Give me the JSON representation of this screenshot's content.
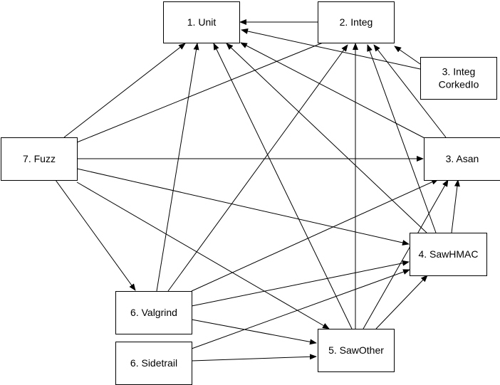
{
  "nodes": [
    {
      "id": "unit",
      "lines": [
        "1. Unit"
      ]
    },
    {
      "id": "integ",
      "lines": [
        "2. Integ"
      ]
    },
    {
      "id": "integ-corked",
      "lines": [
        "3. Integ",
        "CorkedIo"
      ]
    },
    {
      "id": "asan",
      "lines": [
        "3. Asan"
      ]
    },
    {
      "id": "fuzz",
      "lines": [
        "7. Fuzz"
      ]
    },
    {
      "id": "sawhmac",
      "lines": [
        "4. SawHMAC"
      ]
    },
    {
      "id": "valgrind",
      "lines": [
        "6. Valgrind"
      ]
    },
    {
      "id": "sidetrail",
      "lines": [
        "6. Sidetrail"
      ]
    },
    {
      "id": "sawother",
      "lines": [
        "5. SawOther"
      ]
    }
  ],
  "edges": [
    {
      "from": "integ",
      "to": "unit"
    },
    {
      "from": "integ-corked",
      "to": "unit"
    },
    {
      "from": "integ-corked",
      "to": "integ"
    },
    {
      "from": "asan",
      "to": "unit"
    },
    {
      "from": "asan",
      "to": "integ"
    },
    {
      "from": "fuzz",
      "to": "unit"
    },
    {
      "from": "fuzz",
      "to": "integ"
    },
    {
      "from": "fuzz",
      "to": "asan"
    },
    {
      "from": "fuzz",
      "to": "sawhmac"
    },
    {
      "from": "fuzz",
      "to": "valgrind"
    },
    {
      "from": "fuzz",
      "to": "sawother"
    },
    {
      "from": "sawhmac",
      "to": "unit"
    },
    {
      "from": "sawhmac",
      "to": "integ"
    },
    {
      "from": "sawhmac",
      "to": "asan"
    },
    {
      "from": "valgrind",
      "to": "unit"
    },
    {
      "from": "valgrind",
      "to": "integ"
    },
    {
      "from": "valgrind",
      "to": "asan"
    },
    {
      "from": "valgrind",
      "to": "sawhmac"
    },
    {
      "from": "valgrind",
      "to": "sawother"
    },
    {
      "from": "sidetrail",
      "to": "sawhmac"
    },
    {
      "from": "sidetrail",
      "to": "sawother"
    },
    {
      "from": "sawother",
      "to": "unit"
    },
    {
      "from": "sawother",
      "to": "integ"
    },
    {
      "from": "sawother",
      "to": "asan"
    },
    {
      "from": "sawother",
      "to": "sawhmac"
    }
  ]
}
